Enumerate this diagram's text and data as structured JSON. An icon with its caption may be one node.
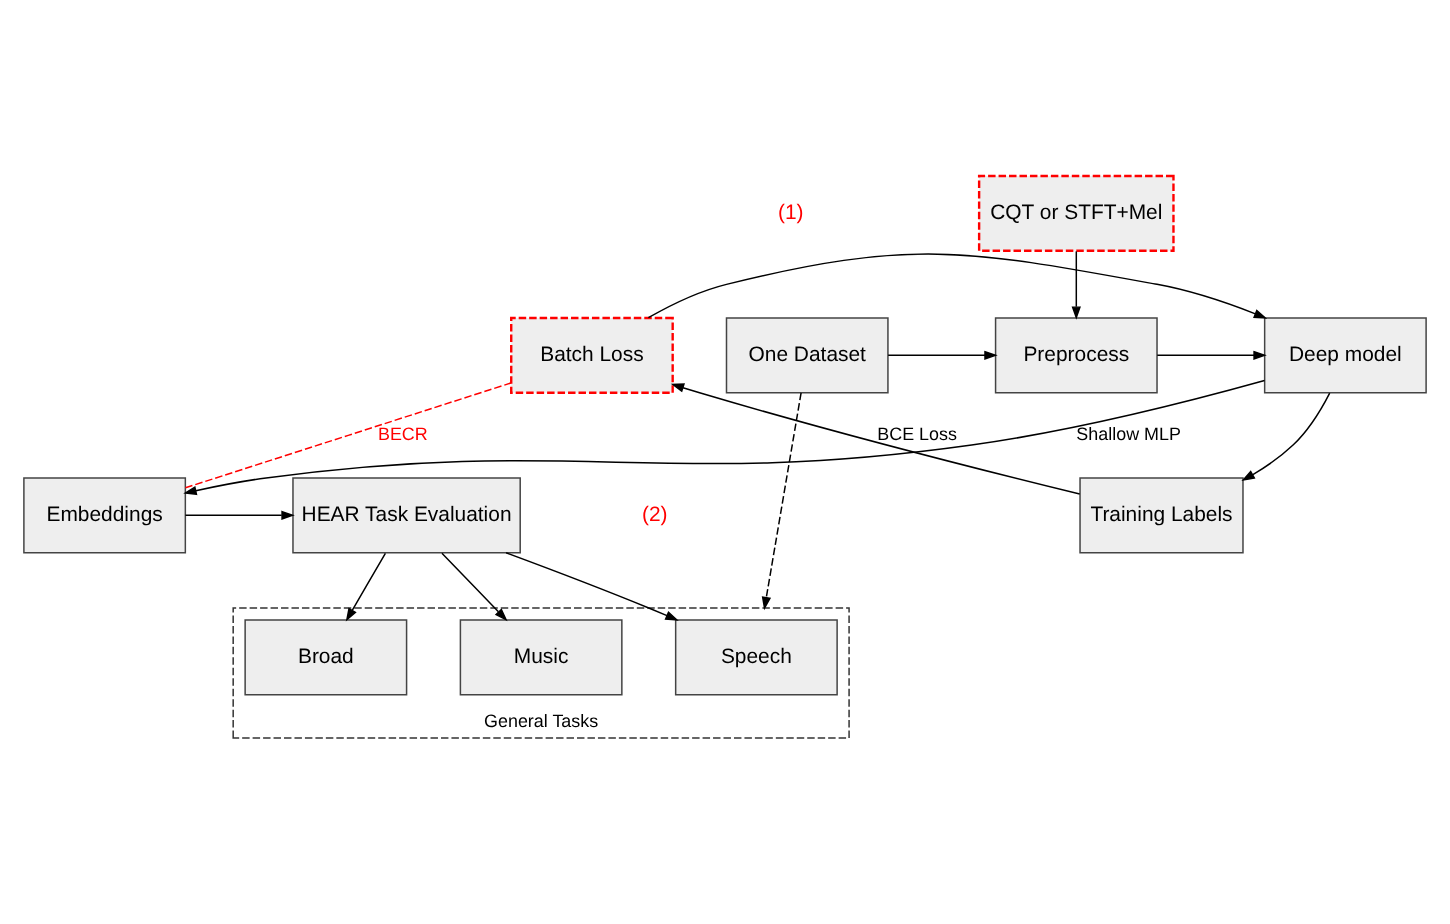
{
  "diagram": {
    "nodes": [
      {
        "text": [
          "CQT or STFT+Mel"
        ]
      },
      {
        "text": [
          "One Dataset"
        ]
      },
      {
        "text": [
          "Preprocess"
        ]
      },
      {
        "text": [
          "Deep model"
        ]
      },
      {
        "text": [
          "Batch Loss"
        ]
      },
      {
        "text": [
          "General Tasks"
        ]
      },
      {
        "text": [
          "Speech"
        ],
        "in": 5
      },
      {
        "text": [
          "Music"
        ],
        "in": 5
      },
      {
        "text": [
          "Broad"
        ],
        "in": 5
      },
      {
        "text": [
          "HEAR Task Evaluation"
        ]
      },
      {
        "text": [
          "Embeddings"
        ]
      },
      {
        "text": [
          "Training Labels"
        ]
      }
    ],
    "edges": [
      {
        "from": 0,
        "to": 2,
        "arrow": "to"
      },
      {
        "from": 1,
        "to": 2,
        "arrow": "to"
      },
      {
        "from": 2,
        "to": 3,
        "arrow": "to"
      },
      {
        "from": 4,
        "to": 3,
        "arrow": "to"
      },
      {
        "from": 1,
        "to": 5,
        "arrow": "to",
        "style": "dashed"
      },
      {
        "from": 3,
        "to": 10,
        "arrow": "to",
        "label": "Shallow MLP"
      },
      {
        "from": 3,
        "to": 11,
        "arrow": "to"
      },
      {
        "from": 10,
        "to": 9,
        "arrow": "to"
      },
      {
        "from": 9,
        "to": 6,
        "arrow": "to"
      },
      {
        "from": 9,
        "to": 7,
        "arrow": "to"
      },
      {
        "from": 9,
        "to": 8,
        "arrow": "to"
      },
      {
        "from": 10,
        "to": 4,
        "arrow": "none",
        "label": "BECR",
        "style": "dashed",
        "color": "#ff0000"
      },
      {
        "from": 11,
        "to": 4,
        "arrow": "to",
        "label": "BCE Loss"
      }
    ],
    "labels": [
      "(1)",
      "(2)"
    ]
  }
}
